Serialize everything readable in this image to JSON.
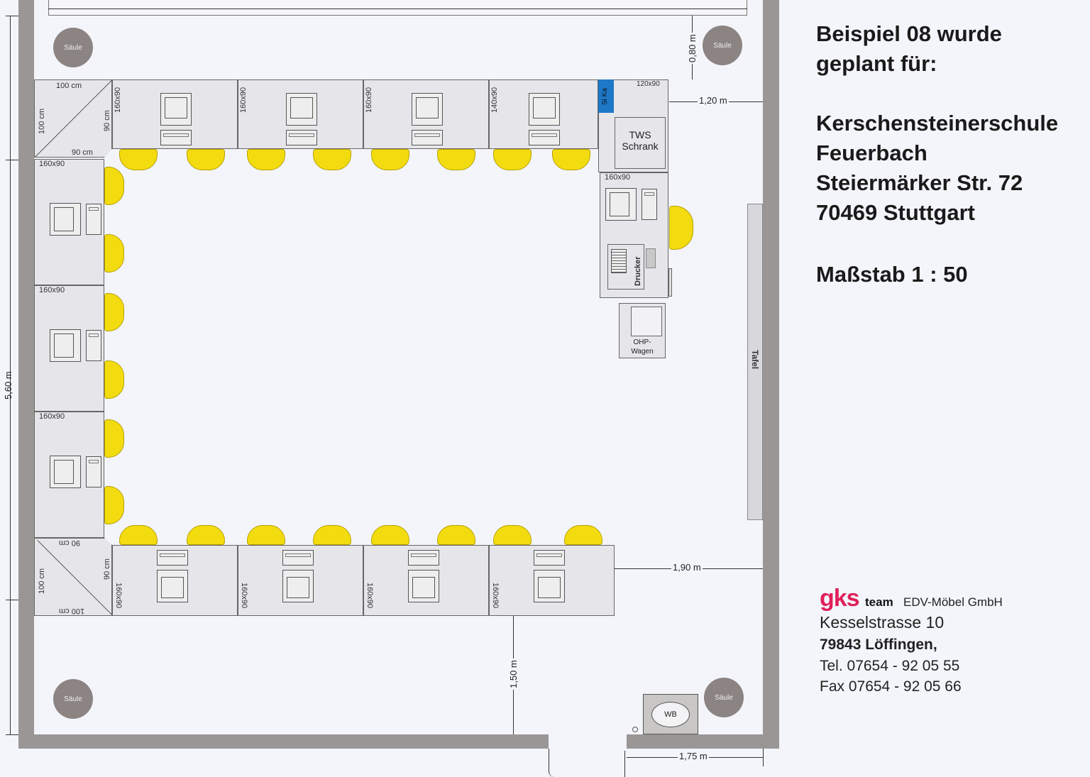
{
  "title": {
    "line1": "Beispiel 08 wurde",
    "line2": "geplant für:"
  },
  "client": {
    "name": "Kerschensteinerschule",
    "district": "Feuerbach",
    "street": "Steiermärker Str. 72",
    "city": "70469 Stuttgart"
  },
  "scale": "Maßstab 1 : 50",
  "vendor": {
    "logo_top": "gks",
    "logo_bottom": "team",
    "company": "EDV-Möbel GmbH",
    "street": "Kesselstrasse 10",
    "city": "79843  Löffingen,",
    "tel": "Tel. 07654 - 92 05 55",
    "fax": "Fax 07654 - 92 05 66",
    "logo_color": "#e0205a"
  },
  "plan": {
    "column_label": "Säule",
    "corner_top": {
      "top": "100 cm",
      "left": "100 cm",
      "inner_right": "90 cm",
      "inner_bottom": "90 cm",
      "below": "160x90"
    },
    "corner_bottom": {
      "top": "90 cm",
      "left": "100 cm",
      "inner_right": "90 cm",
      "bottom": "100 cm"
    },
    "top_desks": [
      "160x90",
      "160x90",
      "160x90",
      "140x90"
    ],
    "left_desks": [
      "160x90",
      "160x90",
      "160x90"
    ],
    "bottom_desks": [
      "160x90",
      "160x90",
      "160x90",
      "160x90"
    ],
    "si_ka": "Si Ka",
    "cabinet_size": "120x90",
    "tws_line1": "TWS",
    "tws_line2": "Schrank",
    "teacher_desk": "160x90",
    "printer": "Drucker",
    "ohp_line1": "OHP-",
    "ohp_line2": "Wagen",
    "board": "Tafel",
    "washbasin": "WB",
    "dimensions": {
      "room_depth": "5,60 m",
      "top_gap": "0,80 m",
      "right_gap_top": "1,20 m",
      "right_gap_bottom": "1,90 m",
      "bottom_gap": "1,50 m",
      "door_width": "1,75 m"
    },
    "colors": {
      "chair": "#f2dc10",
      "si_ka": "#1e78c8",
      "wall": "#9a9696"
    }
  }
}
